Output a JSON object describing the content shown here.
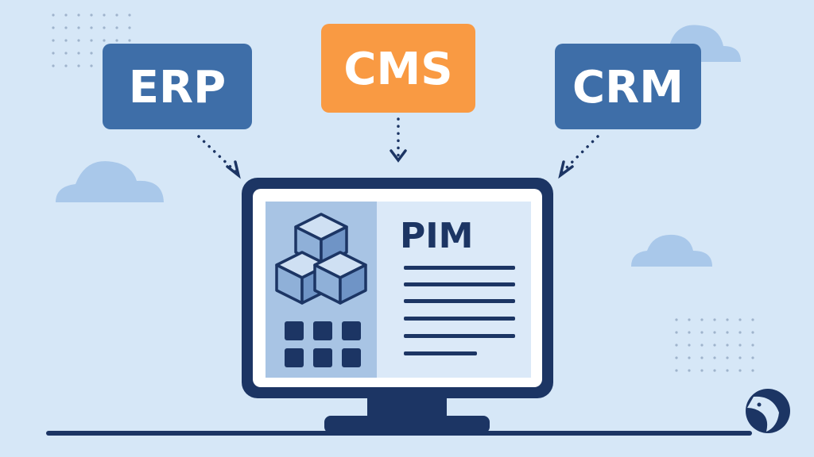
{
  "systems": {
    "erp": {
      "label": "ERP",
      "color": "#3e6ea8"
    },
    "cms": {
      "label": "CMS",
      "color": "#f99a43"
    },
    "crm": {
      "label": "CRM",
      "color": "#3e6ea8"
    }
  },
  "pim": {
    "label": "PIM"
  },
  "colors": {
    "background": "#d6e7f7",
    "navy": "#1c3564",
    "cloud": "#a9c8ea",
    "panel_left": "#a8c4e4",
    "panel_right": "#dbe9f8",
    "dots": "#9fb4cc"
  },
  "icons": [
    "cubes-icon",
    "grid-icon",
    "bird-logo-icon",
    "cloud-icon",
    "arrow-icon"
  ]
}
